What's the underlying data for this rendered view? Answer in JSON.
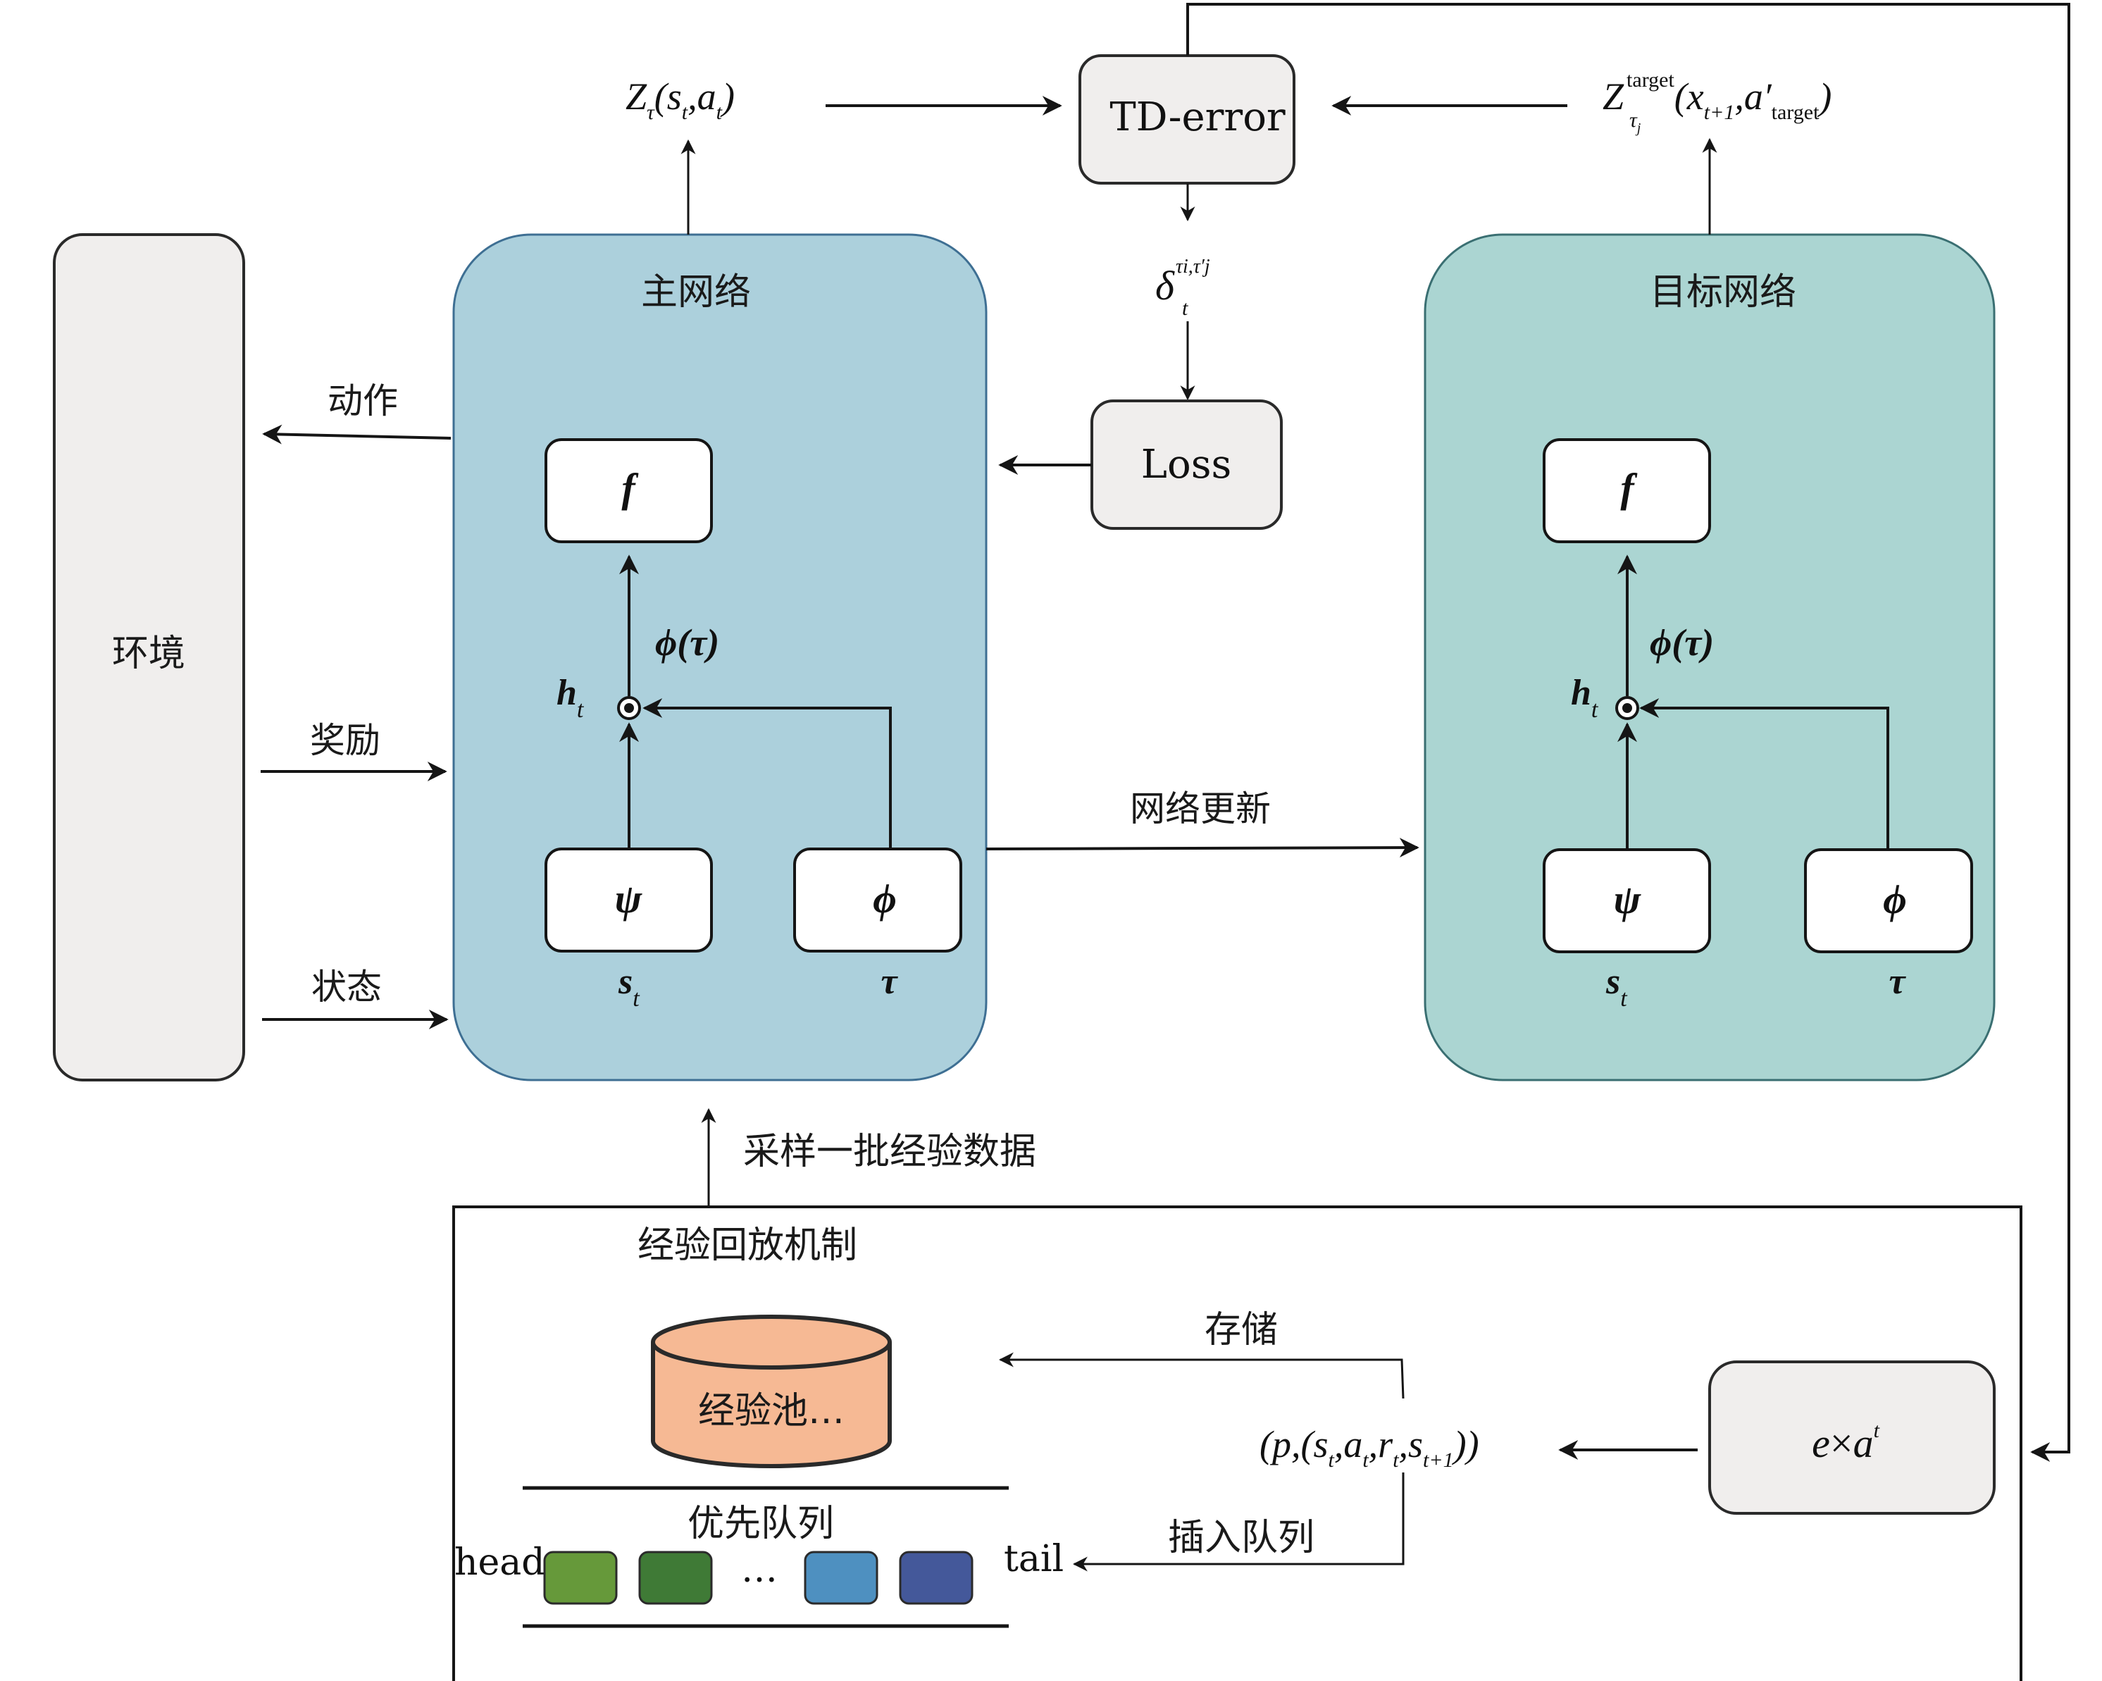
{
  "environment": {
    "label": "环境"
  },
  "main_network": {
    "title": "主网络",
    "f_label": "f",
    "psi_label": "ψ",
    "phi_label": "ϕ",
    "phi_tau_label": "ϕ(τ)",
    "h_label": "h",
    "h_sub": "t",
    "s_label": "s",
    "s_sub": "t",
    "tau_label": "τ"
  },
  "target_network": {
    "title": "目标网络",
    "f_label": "f",
    "psi_label": "ψ",
    "phi_label": "ϕ",
    "phi_tau_label": "ϕ(τ)",
    "h_label": "h",
    "h_sub": "t",
    "s_label": "s",
    "s_sub": "t",
    "tau_label": "τ"
  },
  "edges": {
    "action": "动作",
    "reward": "奖励",
    "state": "状态",
    "network_update": "网络更新",
    "sample_batch": "采样一批经验数据",
    "store": "存储",
    "insert_queue": "插入队列"
  },
  "td_error": {
    "label": "TD-error"
  },
  "loss": {
    "label": "Loss"
  },
  "formulas": {
    "z_main": {
      "base": "Z",
      "sub": "τ",
      "args": "(s",
      "arg_sub1": "t",
      "mid": ",a",
      "arg_sub2": "t",
      "close": ")"
    },
    "z_target": {
      "base": "Z",
      "sup": "target",
      "sub": "τ",
      "sub_sub": "j",
      "open": "(x",
      "x_sub": "t+1",
      "mid": ",a′",
      "a_sub": "target",
      "close": ")"
    },
    "delta": {
      "base": "δ",
      "sub": "t",
      "sup": "τi,τ′j"
    },
    "transition": {
      "text_1": "(p,(s",
      "s_sub": "t",
      "a": ",a",
      "a_sub": "t",
      "r": ",r",
      "r_sub": "t",
      "s2": ",s",
      "s2_sub": "t+1",
      "close": "))"
    },
    "priority": {
      "e": "e",
      "times": "×",
      "a": "a",
      "sup": "t"
    }
  },
  "replay": {
    "title": "经验回放机制",
    "pool_label": "经验池…",
    "queue_title": "优先队列",
    "head_label": "head",
    "tail_label": "tail",
    "ellipsis": "…",
    "queue_items": [
      {
        "color": "#66993a"
      },
      {
        "color": "#3f7a36"
      },
      {
        "color": "#4e90c0"
      },
      {
        "color": "#44589a"
      }
    ]
  },
  "colors": {
    "main_network_fill": "#acd0dc",
    "target_network_fill": "#abd5d2",
    "box_gray": "#f0eeed",
    "pool_fill": "#f6b994"
  }
}
